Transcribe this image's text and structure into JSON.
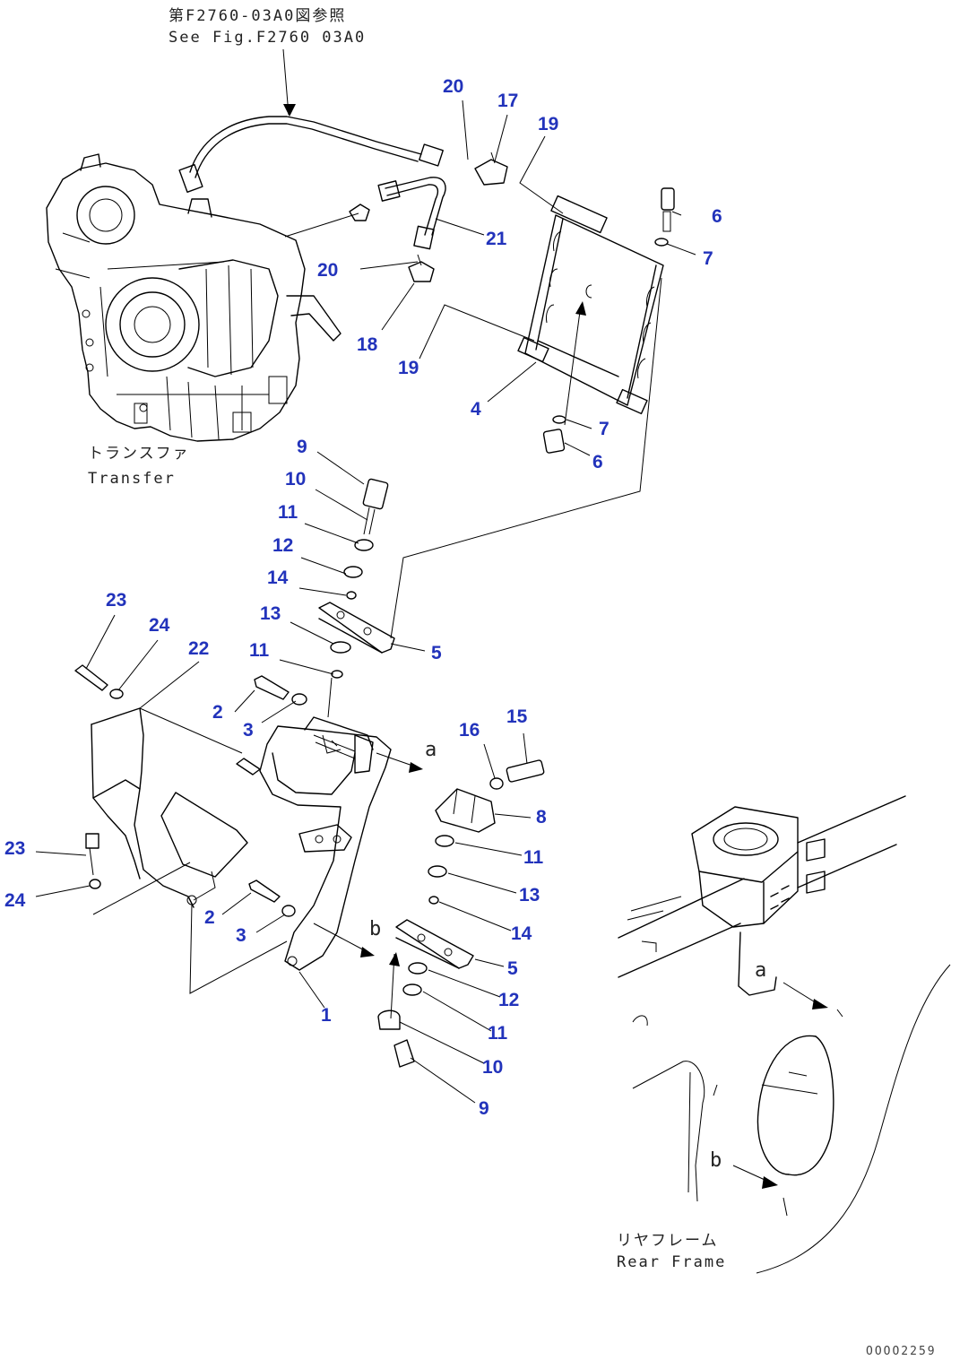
{
  "diagram": {
    "reference": {
      "jp": "第F2760-03A0図参照",
      "en": "See Fig.F2760 03A0"
    },
    "captions": {
      "transfer_jp": "トランスファ",
      "transfer_en": "Transfer",
      "rear_frame_jp": "リヤフレーム",
      "rear_frame_en": "Rear Frame"
    },
    "view_marks": {
      "a": "a",
      "b": "b"
    },
    "doc_id": "OOOO2259",
    "callouts": [
      {
        "id": "20a",
        "text": "20"
      },
      {
        "id": "17",
        "text": "17"
      },
      {
        "id": "19a",
        "text": "19"
      },
      {
        "id": "6a",
        "text": "6"
      },
      {
        "id": "7a",
        "text": "7"
      },
      {
        "id": "21",
        "text": "21"
      },
      {
        "id": "20b",
        "text": "20"
      },
      {
        "id": "18",
        "text": "18"
      },
      {
        "id": "19b",
        "text": "19"
      },
      {
        "id": "4",
        "text": "4"
      },
      {
        "id": "7b",
        "text": "7"
      },
      {
        "id": "6b",
        "text": "6"
      },
      {
        "id": "9a",
        "text": "9"
      },
      {
        "id": "10a",
        "text": "10"
      },
      {
        "id": "11a",
        "text": "11"
      },
      {
        "id": "12a",
        "text": "12"
      },
      {
        "id": "14a",
        "text": "14"
      },
      {
        "id": "13a",
        "text": "13"
      },
      {
        "id": "5a",
        "text": "5"
      },
      {
        "id": "23a",
        "text": "23"
      },
      {
        "id": "24a",
        "text": "24"
      },
      {
        "id": "22",
        "text": "22"
      },
      {
        "id": "11b",
        "text": "11"
      },
      {
        "id": "2a",
        "text": "2"
      },
      {
        "id": "3a",
        "text": "3"
      },
      {
        "id": "16",
        "text": "16"
      },
      {
        "id": "15",
        "text": "15"
      },
      {
        "id": "8",
        "text": "8"
      },
      {
        "id": "11c",
        "text": "11"
      },
      {
        "id": "13b",
        "text": "13"
      },
      {
        "id": "23b",
        "text": "23"
      },
      {
        "id": "24b",
        "text": "24"
      },
      {
        "id": "14b",
        "text": "14"
      },
      {
        "id": "2b",
        "text": "2"
      },
      {
        "id": "3b",
        "text": "3"
      },
      {
        "id": "5b",
        "text": "5"
      },
      {
        "id": "12b",
        "text": "12"
      },
      {
        "id": "1",
        "text": "1"
      },
      {
        "id": "11d",
        "text": "11"
      },
      {
        "id": "10b",
        "text": "10"
      },
      {
        "id": "9b",
        "text": "9"
      }
    ]
  }
}
